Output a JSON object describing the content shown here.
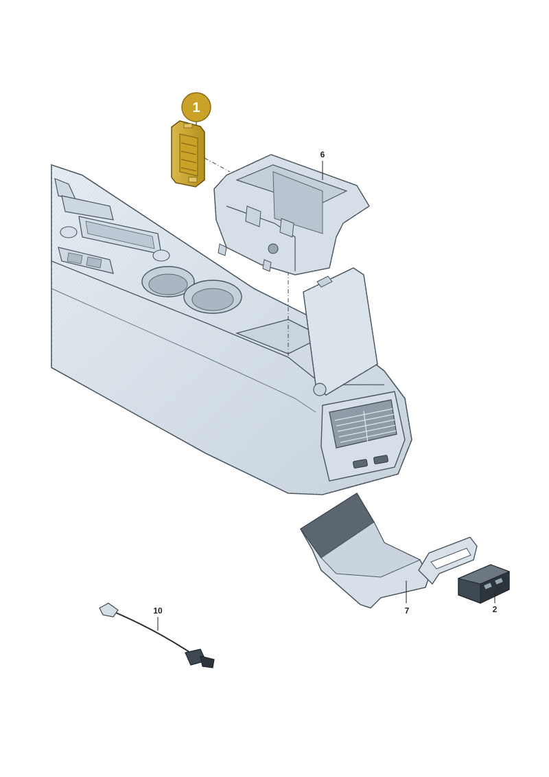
{
  "diagram": {
    "highlight_color": "#c9a227",
    "part_fill": "#dde5ec",
    "part_stroke": "#4a5560",
    "dark_part_fill": "#5c6670",
    "callouts": {
      "highlighted": "1",
      "bracket": "6",
      "cover": "7",
      "module": "2",
      "cable": "10"
    }
  }
}
